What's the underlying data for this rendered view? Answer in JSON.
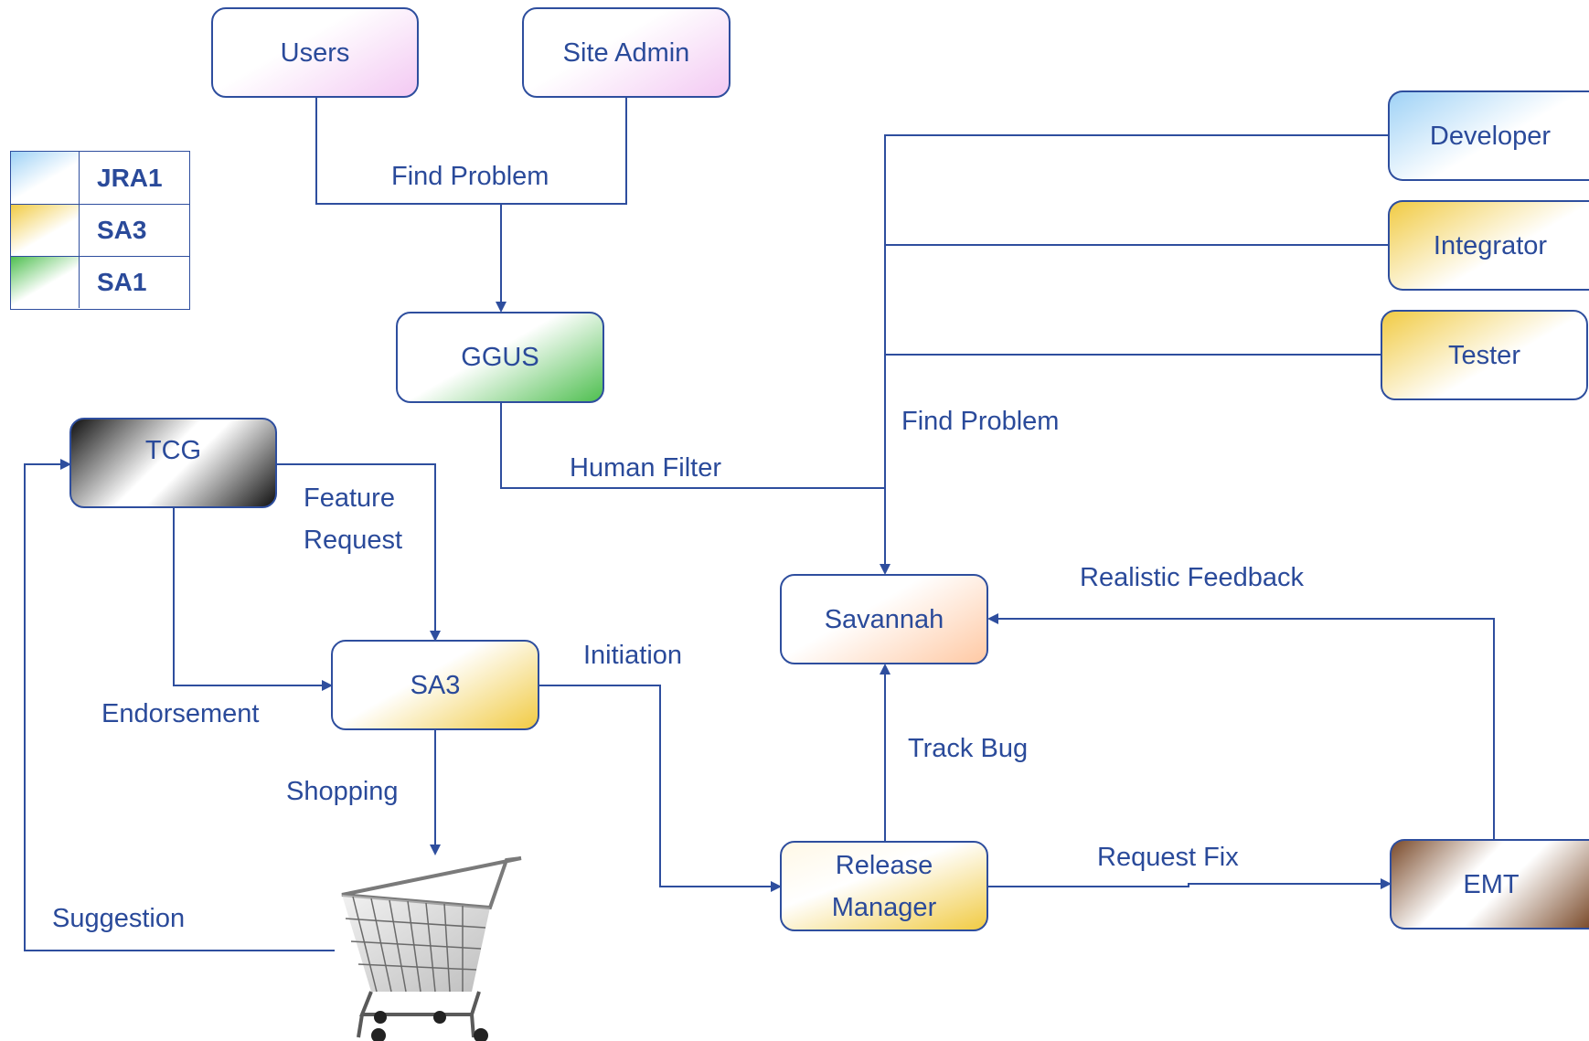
{
  "nodes": {
    "users": "Users",
    "site_admin": "Site Admin",
    "ggus": "GGUS",
    "developer": "Developer",
    "integrator": "Integrator",
    "tester": "Tester",
    "tcg": "TCG",
    "sa3": "SA3",
    "savannah": "Savannah",
    "release_manager": "Release Manager",
    "emt": "EMT"
  },
  "edge_labels": {
    "find_problem_users": "Find Problem",
    "find_problem_devs": "Find Problem",
    "human_filter": "Human Filter",
    "feature_request": "Feature Request",
    "endorsement": "Endorsement",
    "initiation": "Initiation",
    "shopping": "Shopping",
    "suggestion": "Suggestion",
    "realistic_feedback": "Realistic Feedback",
    "track_bug": "Track Bug",
    "request_fix": "Request Fix"
  },
  "legend": [
    {
      "label": "JRA1",
      "color": "#9fd2f6"
    },
    {
      "label": "SA3",
      "color": "#f1cb44"
    },
    {
      "label": "SA1",
      "color": "#4fbf50"
    }
  ],
  "colors": {
    "line": "#2e4e9e",
    "text": "#2a4a9a"
  },
  "icons": {
    "shopping_cart": "shopping-cart-icon"
  }
}
